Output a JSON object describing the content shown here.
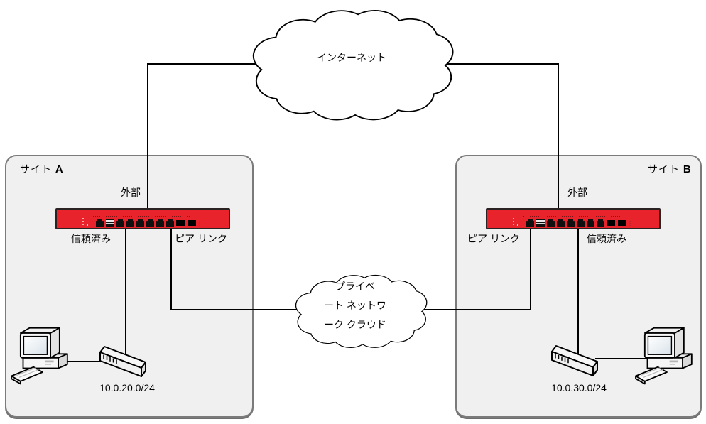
{
  "clouds": {
    "internet": {
      "label": "インターネット"
    },
    "private": {
      "lines": [
        "プライベ",
        "ート ネットワ",
        "ーク クラウド"
      ]
    }
  },
  "sites": {
    "a": {
      "title_text": "サイト",
      "title_letter": "A",
      "external": "外部",
      "trusted": "信頼済み",
      "peer": "ピア リンク",
      "subnet": "10.0.20.0/24"
    },
    "b": {
      "title_text": "サイト",
      "title_letter": "B",
      "external": "外部",
      "trusted": "信頼済み",
      "peer": "ピア リンク",
      "subnet": "10.0.30.0/24"
    }
  },
  "colors": {
    "firewall_red": "#e8232b",
    "firewall_border": "#2a2223",
    "site_fill": "#f0f0f0",
    "site_border": "#7b7b7b",
    "connector": "#000000"
  }
}
